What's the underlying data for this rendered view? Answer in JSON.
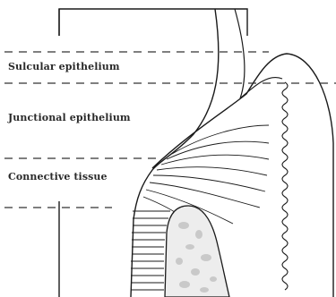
{
  "labels": {
    "sulcular_epithelium": "Sulcular epithelium",
    "junctional_epithelium": "Junctional epithelium",
    "connective_tissue": "Connective tissue"
  },
  "colors": {
    "line": "#1a1a1a",
    "dashes": "#333333",
    "bone_fill": "#ededed",
    "marrow": "#c9c9c9",
    "label_text": "#2a2a2a"
  }
}
